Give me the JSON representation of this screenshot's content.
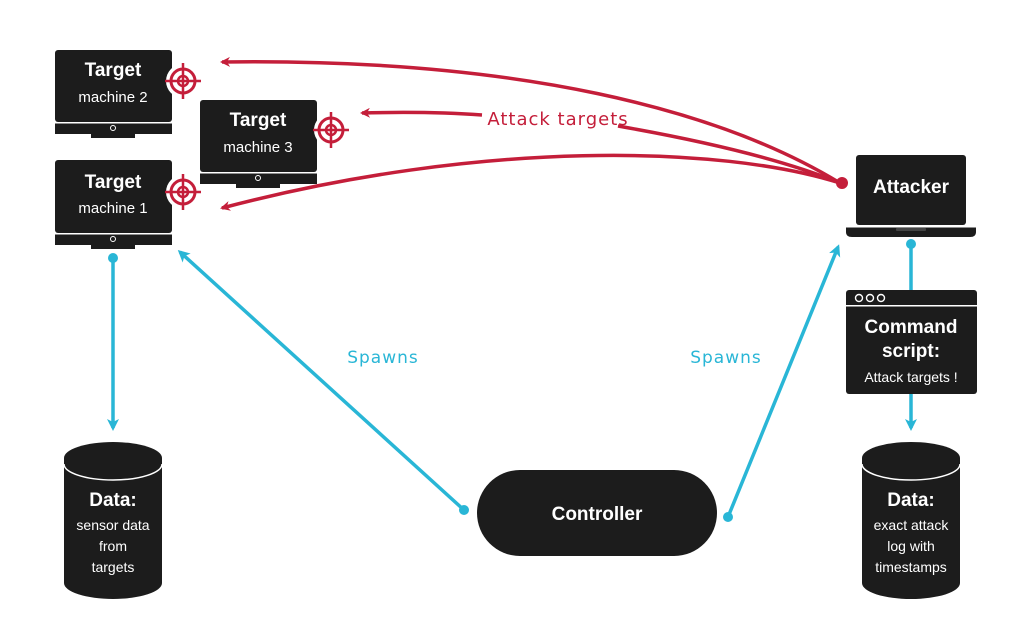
{
  "targets": [
    {
      "title": "Target",
      "subtitle": "machine 2"
    },
    {
      "title": "Target",
      "subtitle": "machine 3"
    },
    {
      "title": "Target",
      "subtitle": "machine 1"
    }
  ],
  "attacker": {
    "label": "Attacker"
  },
  "command_script": {
    "title_line1": "Command",
    "title_line2": "script:",
    "body": "Attack targets !"
  },
  "controller": {
    "label": "Controller"
  },
  "data_left": {
    "title": "Data:",
    "lines": [
      "sensor data",
      "from",
      "targets"
    ]
  },
  "data_right": {
    "title": "Data:",
    "lines": [
      "exact attack",
      "log with",
      "timestamps"
    ]
  },
  "edges": {
    "attack_label": "Attack targets",
    "spawns_left": "Spawns",
    "spawns_right": "Spawns"
  },
  "colors": {
    "attack": "#c41e3a",
    "spawn": "#29b6d6",
    "node": "#1c1c1c"
  }
}
